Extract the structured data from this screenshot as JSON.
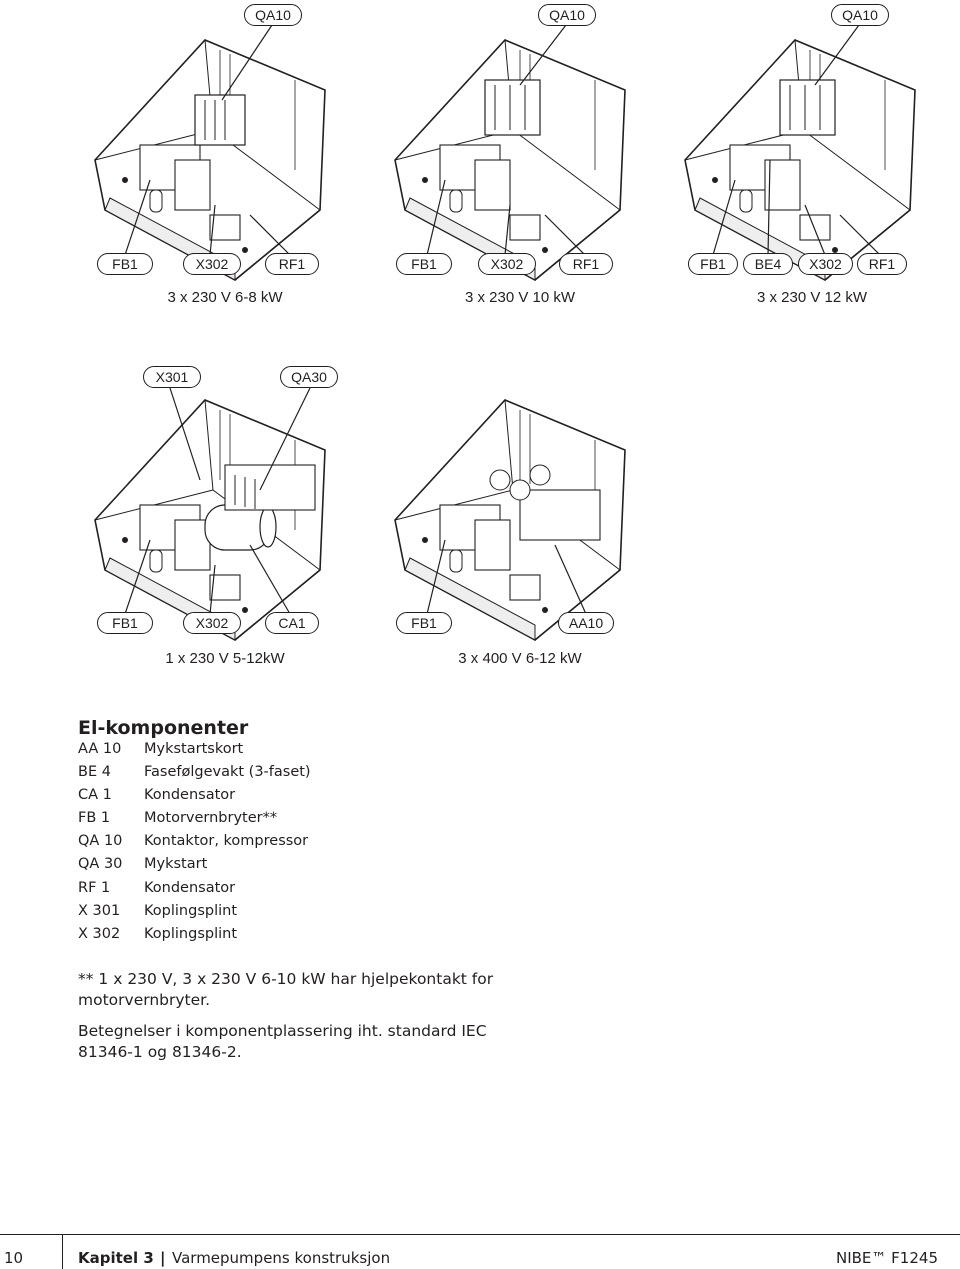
{
  "figures_top": [
    {
      "top_label": "QA10",
      "bottom_labels": [
        "FB1",
        "X302",
        "RF1"
      ],
      "caption": "3 x 230 V 6-8 kW"
    },
    {
      "top_label": "QA10",
      "bottom_labels": [
        "FB1",
        "X302",
        "RF1"
      ],
      "caption": "3 x 230 V 10 kW"
    },
    {
      "top_label": "QA10",
      "bottom_labels": [
        "FB1",
        "BE4",
        "X302",
        "RF1"
      ],
      "caption": "3 x 230 V 12 kW"
    }
  ],
  "figures_bottom": [
    {
      "top_labels": [
        "X301",
        "QA30"
      ],
      "bottom_labels": [
        "FB1",
        "X302",
        "CA1"
      ],
      "caption": "1 x 230 V 5-12kW"
    },
    {
      "top_labels": [],
      "bottom_labels": [
        "FB1",
        "AA10"
      ],
      "caption": "3 x 400 V 6-12 kW"
    }
  ],
  "legend": {
    "title": "El-komponenter",
    "items": [
      {
        "code": "AA 10",
        "desc": "Mykstartskort"
      },
      {
        "code": "BE 4",
        "desc": "Fasefølgevakt (3-faset)"
      },
      {
        "code": "CA 1",
        "desc": "Kondensator"
      },
      {
        "code": "FB 1",
        "desc": "Motorvernbryter**"
      },
      {
        "code": "QA 10",
        "desc": "Kontaktor, kompressor"
      },
      {
        "code": "QA 30",
        "desc": "Mykstart"
      },
      {
        "code": "RF 1",
        "desc": "Kondensator"
      },
      {
        "code": "X 301",
        "desc": "Koplingsplint"
      },
      {
        "code": "X 302",
        "desc": "Koplingsplint"
      }
    ]
  },
  "notes": [
    "** 1 x 230 V, 3 x 230 V 6-10 kW har hjelpekontakt for motorvernbryter.",
    "Betegnelser i komponentplassering iht. standard IEC 81346-1 og 81346-2."
  ],
  "footer": {
    "page_number": "10",
    "chapter": "Kapitel 3",
    "separator": "|",
    "section": "Varmepumpens konstruksjon",
    "brand": "NIBE™ F1245"
  }
}
